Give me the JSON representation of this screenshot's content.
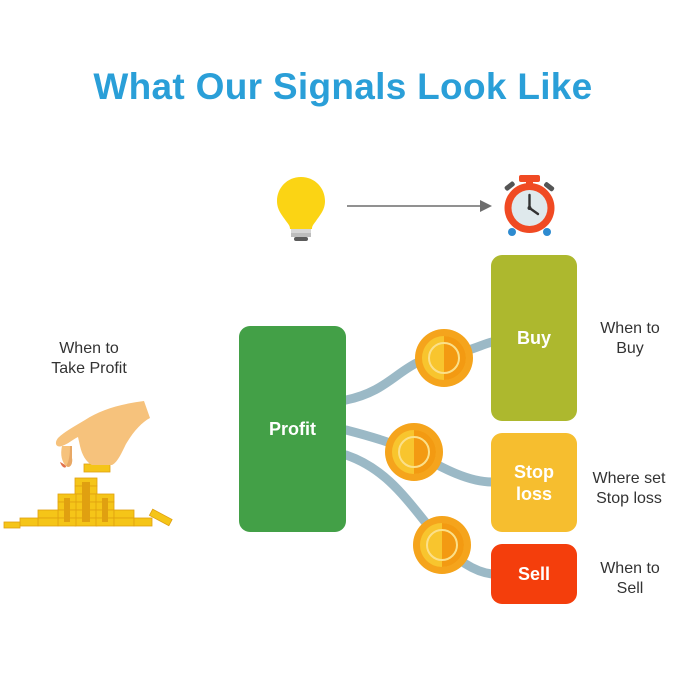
{
  "title": "What Our Signals Look Like",
  "colors": {
    "title": "#2a9fd8",
    "profit": "#43a047",
    "buy": "#adb82e",
    "stop_loss": "#f6be2f",
    "sell": "#f43e0c",
    "connector": "#9bb9c6",
    "coin": "#f5a41c",
    "coin_inner": "#f8c52e",
    "bulb": "#fbd414",
    "clock": "#f04a23"
  },
  "icons": [
    "lightbulb-icon",
    "arrow-right-icon",
    "alarm-clock-icon",
    "coin-icon",
    "hand-with-coin-stacks-icon"
  ],
  "boxes": {
    "profit": "Profit",
    "buy": "Buy",
    "stop_loss": "Stop\nloss",
    "sell": "Sell"
  },
  "labels": {
    "take_profit": "When to\nTake Profit",
    "buy": "When to\nBuy",
    "stop_loss": "Where set\nStop loss",
    "sell": "When to\nSell"
  }
}
